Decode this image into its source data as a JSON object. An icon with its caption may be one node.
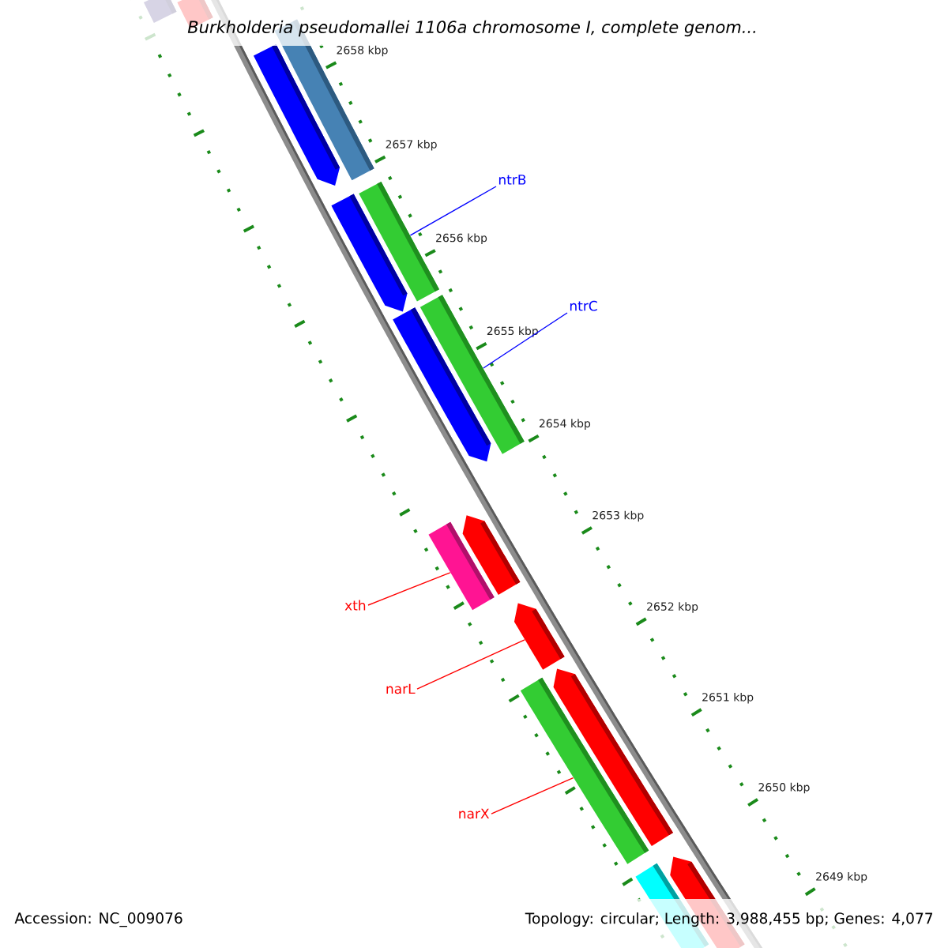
{
  "diagram": {
    "title": "Burkholderia pseudomallei 1106a chromosome I, complete genom...",
    "nodes": [
      {
        "text": [
          "ntrB"
        ]
      },
      {
        "text": [
          "ntrC"
        ]
      },
      {
        "text": [
          "xth"
        ]
      },
      {
        "text": [
          "narL"
        ]
      },
      {
        "text": [
          "narX"
        ]
      },
      {
        "text": [],
        "shape": "bar"
      },
      {
        "text": [],
        "shape": "bar"
      },
      {
        "text": [],
        "shape": "bar"
      },
      {
        "text": [],
        "shape": "arrow"
      },
      {
        "text": [],
        "shape": "arrow"
      },
      {
        "text": [],
        "shape": "bar"
      },
      {
        "text": [],
        "shape": "arrow"
      },
      {
        "text": [],
        "shape": "bar"
      },
      {
        "text": [],
        "shape": "arrow"
      },
      {
        "text": [],
        "shape": "bar"
      },
      {
        "text": [],
        "shape": "arrow"
      },
      {
        "text": [],
        "shape": "arrow"
      },
      {
        "text": [],
        "shape": "bar"
      },
      {
        "text": [],
        "shape": "arrow"
      },
      {
        "text": [],
        "shape": "bar"
      }
    ],
    "edges": [
      {
        "from": 0,
        "to": 10,
        "arrow": "none",
        "color": "#0000ff"
      },
      {
        "from": 1,
        "to": 12,
        "arrow": "none",
        "color": "#0000ff"
      },
      {
        "from": 2,
        "to": 14,
        "arrow": "none"
      },
      {
        "from": 3,
        "to": 15,
        "arrow": "none"
      },
      {
        "from": 4,
        "to": 17,
        "arrow": "none"
      }
    ],
    "labels": [
      "2658 kbp",
      "2657 kbp",
      "2656 kbp",
      "2655 kbp",
      "2654 kbp",
      "2653 kbp",
      "2652 kbp",
      "2651 kbp",
      "2650 kbp",
      "2649 kbp",
      "Accession: NC_009076",
      "Topology: circular; Length: 3,988,455 bp; Genes: 4,077"
    ]
  }
}
